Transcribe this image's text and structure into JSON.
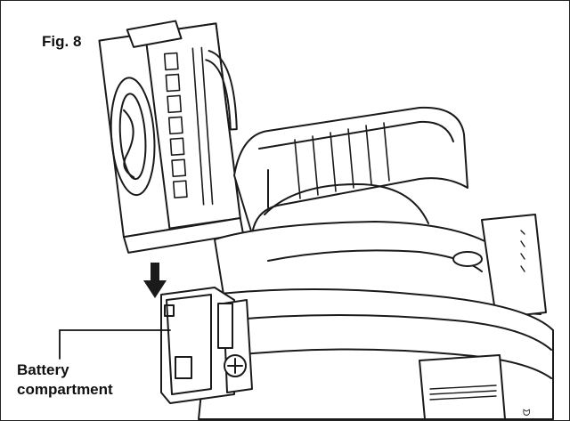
{
  "figure": {
    "label": "Fig. 8"
  },
  "callouts": {
    "battery_compartment": {
      "line1": "Battery",
      "line2": "compartment"
    }
  },
  "colors": {
    "ink": "#1a1a1a",
    "paper": "#ffffff",
    "frame": "#222222"
  },
  "icons": {
    "arrow": "down-arrow-icon"
  }
}
